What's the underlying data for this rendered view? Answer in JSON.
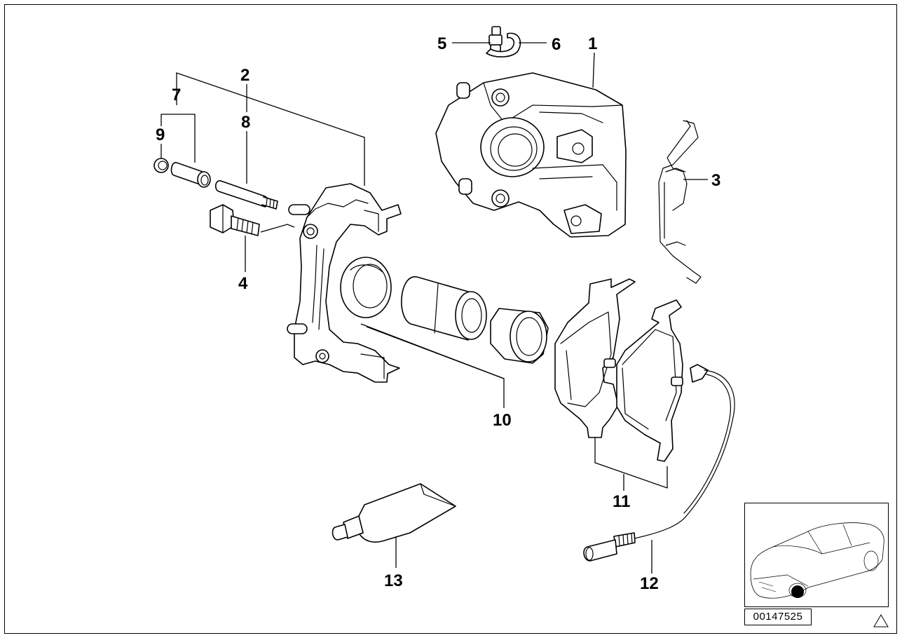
{
  "diagram": {
    "callouts": {
      "c1": "1",
      "c2": "2",
      "c3": "3",
      "c4": "4",
      "c5": "5",
      "c6": "6",
      "c7": "7",
      "c8": "8",
      "c9": "9",
      "c10": "10",
      "c11": "11",
      "c12": "12",
      "c13": "13"
    },
    "document_number": "00147525"
  }
}
